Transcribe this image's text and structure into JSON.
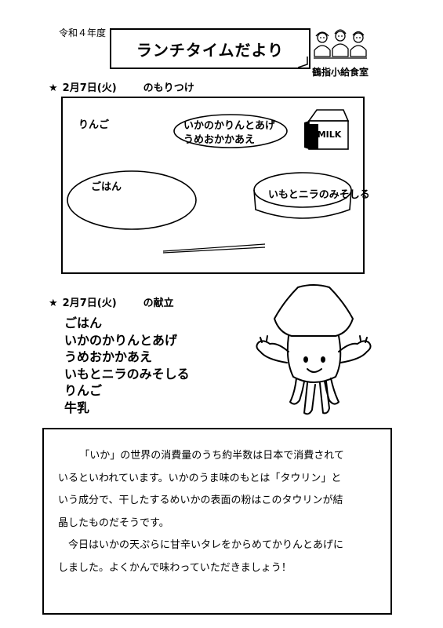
{
  "header": {
    "fiscal_year": "令和４年度",
    "title": "ランチタイムだより",
    "school": "鶴指小給食室"
  },
  "section1": {
    "star": "★",
    "date": "2月7日(火)",
    "label": "のもりつけ"
  },
  "tray": {
    "apple": "りんご",
    "side_line1": "いかのかりんとあげ",
    "side_line2": "うめおかかあえ",
    "rice": "ごはん",
    "soup": "いもとニラのみそしる",
    "milk": "MILK"
  },
  "section2": {
    "star": "★",
    "date": "2月7日(火)",
    "label": "の献立"
  },
  "menu_items": [
    "ごはん",
    "いかのかりんとあげ",
    "うめおかかあえ",
    "いもとニラのみそしる",
    "りんご",
    "牛乳"
  ],
  "info": {
    "line1": "「いか」の世界の消費量のうち約半数は日本で消費されて",
    "line2": "いるといわれています。いかのうま味のもとは「タウリン」と",
    "line3": "いう成分で、干したするめいかの表面の粉はこのタウリンが結",
    "line4": "晶したものだそうです。",
    "line5": "今日はいかの天ぷらに甘辛いタレをからめてかりんとあげに",
    "line6": "しました。よくかんで味わっていただきましょう！"
  }
}
